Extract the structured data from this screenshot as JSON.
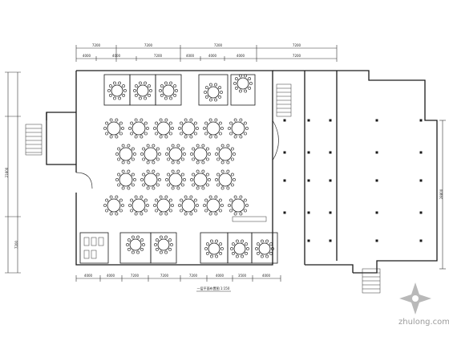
{
  "colors": {
    "line": "#1a1a1a",
    "thin": "#333333",
    "watermark": "#a8a8a8",
    "background": "#ffffff"
  },
  "dimensions": {
    "top_outer": [
      "7200",
      "7200",
      "7200",
      "7200"
    ],
    "top_inner": [
      "4000",
      "4000",
      "7200",
      "4000",
      "4000",
      "4000",
      "7200"
    ],
    "bottom_chain": [
      "4000",
      "4000",
      "7200",
      "7200",
      "7200",
      "4000",
      "3500",
      "4000"
    ],
    "left_outer": [
      "21600",
      "7200"
    ],
    "right_outer": [
      "28800"
    ]
  },
  "table_grid": {
    "rows": 4,
    "cols": 6,
    "seats": 10
  },
  "room_tables": 10,
  "bottom_note": "一层平面布置图 1:150",
  "watermark": {
    "text": "zhulong.com",
    "icon": "zhulong-logo-icon"
  }
}
